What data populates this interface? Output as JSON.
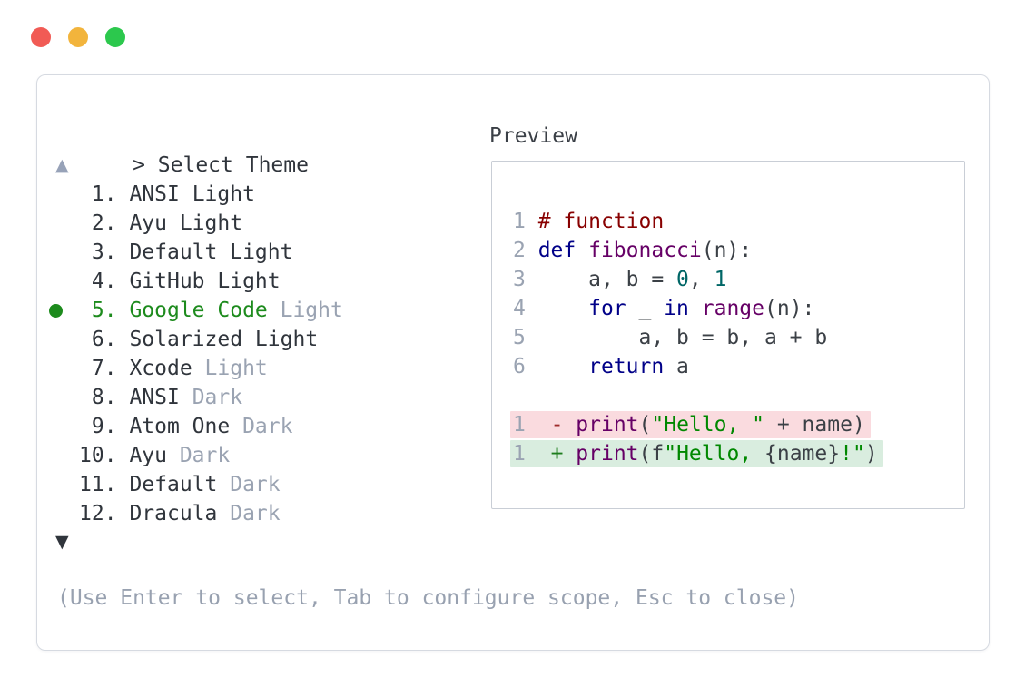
{
  "window": {
    "traffic_lights": [
      {
        "name": "close",
        "color": "#f15b55"
      },
      {
        "name": "minimize",
        "color": "#f2b43c"
      },
      {
        "name": "zoom",
        "color": "#2cc84d"
      }
    ]
  },
  "theme_picker": {
    "prompt_symbol": ">",
    "title": "Select Theme",
    "scroll_up_indicator": "▲",
    "scroll_down_indicator": "▼",
    "items": [
      {
        "number": "1.",
        "name": "ANSI",
        "variant": "Light",
        "selected": false,
        "variant_dim": false
      },
      {
        "number": "2.",
        "name": "Ayu",
        "variant": "Light",
        "selected": false,
        "variant_dim": false
      },
      {
        "number": "3.",
        "name": "Default",
        "variant": "Light",
        "selected": false,
        "variant_dim": false
      },
      {
        "number": "4.",
        "name": "GitHub",
        "variant": "Light",
        "selected": false,
        "variant_dim": false
      },
      {
        "number": "5.",
        "name": "Google Code",
        "variant": "Light",
        "selected": true,
        "variant_dim": true
      },
      {
        "number": "6.",
        "name": "Solarized",
        "variant": "Light",
        "selected": false,
        "variant_dim": false
      },
      {
        "number": "7.",
        "name": "Xcode",
        "variant": "Light",
        "selected": false,
        "variant_dim": true
      },
      {
        "number": "8.",
        "name": "ANSI",
        "variant": "Dark",
        "selected": false,
        "variant_dim": true
      },
      {
        "number": "9.",
        "name": "Atom One",
        "variant": "Dark",
        "selected": false,
        "variant_dim": true
      },
      {
        "number": "10.",
        "name": "Ayu",
        "variant": "Dark",
        "selected": false,
        "variant_dim": true
      },
      {
        "number": "11.",
        "name": "Default",
        "variant": "Dark",
        "selected": false,
        "variant_dim": true
      },
      {
        "number": "12.",
        "name": "Dracula",
        "variant": "Dark",
        "selected": false,
        "variant_dim": true
      }
    ],
    "help_text": "(Use Enter to select, Tab to configure scope, Esc to close)"
  },
  "preview": {
    "label": "Preview",
    "code_lines": [
      {
        "ln": "1",
        "segments": [
          {
            "text": "# function",
            "style": "comment"
          }
        ]
      },
      {
        "ln": "2",
        "segments": [
          {
            "text": "def",
            "style": "keyword"
          },
          {
            "text": " ",
            "style": "plain"
          },
          {
            "text": "fibonacci",
            "style": "title"
          },
          {
            "text": "(n):",
            "style": "plain"
          }
        ]
      },
      {
        "ln": "3",
        "segments": [
          {
            "text": "    a, b = ",
            "style": "plain"
          },
          {
            "text": "0",
            "style": "number"
          },
          {
            "text": ", ",
            "style": "plain"
          },
          {
            "text": "1",
            "style": "number"
          }
        ]
      },
      {
        "ln": "4",
        "segments": [
          {
            "text": "    ",
            "style": "plain"
          },
          {
            "text": "for",
            "style": "keyword"
          },
          {
            "text": " _ ",
            "style": "plain"
          },
          {
            "text": "in",
            "style": "keyword"
          },
          {
            "text": " ",
            "style": "plain"
          },
          {
            "text": "range",
            "style": "title"
          },
          {
            "text": "(n):",
            "style": "plain"
          }
        ]
      },
      {
        "ln": "5",
        "segments": [
          {
            "text": "        a, b = b, a + b",
            "style": "plain"
          }
        ]
      },
      {
        "ln": "6",
        "segments": [
          {
            "text": "    ",
            "style": "plain"
          },
          {
            "text": "return",
            "style": "keyword"
          },
          {
            "text": " a",
            "style": "plain"
          }
        ]
      }
    ],
    "diff_lines": [
      {
        "ln": "1",
        "type": "removed",
        "segments": [
          {
            "text": " ",
            "style": "plain"
          },
          {
            "text": "-",
            "style": "removed_sign"
          },
          {
            "text": " ",
            "style": "plain"
          },
          {
            "text": "print",
            "style": "title"
          },
          {
            "text": "(",
            "style": "plain"
          },
          {
            "text": "\"Hello, \"",
            "style": "string"
          },
          {
            "text": " + name)",
            "style": "plain"
          }
        ]
      },
      {
        "ln": "1",
        "type": "added",
        "segments": [
          {
            "text": " ",
            "style": "plain"
          },
          {
            "text": "+",
            "style": "added_sign"
          },
          {
            "text": " ",
            "style": "plain"
          },
          {
            "text": "print",
            "style": "title"
          },
          {
            "text": "(f",
            "style": "plain"
          },
          {
            "text": "\"Hello, ",
            "style": "string"
          },
          {
            "text": "{name}",
            "style": "plain"
          },
          {
            "text": "!\"",
            "style": "string"
          },
          {
            "text": ")",
            "style": "plain"
          }
        ]
      }
    ]
  },
  "colors": {
    "selection_green": "#1d8b1d",
    "dark_text": "#30353c",
    "dim_text": "#9aa3b2",
    "help_text": "#98a1b0",
    "scroll_up_indicator": "#97a2b8",
    "scroll_down_indicator": "#30353c",
    "panel_border": "#d6dae1",
    "preview_border": "#c9ced6",
    "diff_removed_bg": "#fadbdf",
    "diff_added_bg": "#d9eddf",
    "syntax": {
      "plain": "#3b4046",
      "keyword": "#000088",
      "title": "#660066",
      "string": "#008800",
      "number": "#006666",
      "comment": "#880000",
      "line_number": "#9aa3b2",
      "diff_removed_sign": "#9e2b2b",
      "diff_added_sign": "#1d7d1d"
    }
  }
}
